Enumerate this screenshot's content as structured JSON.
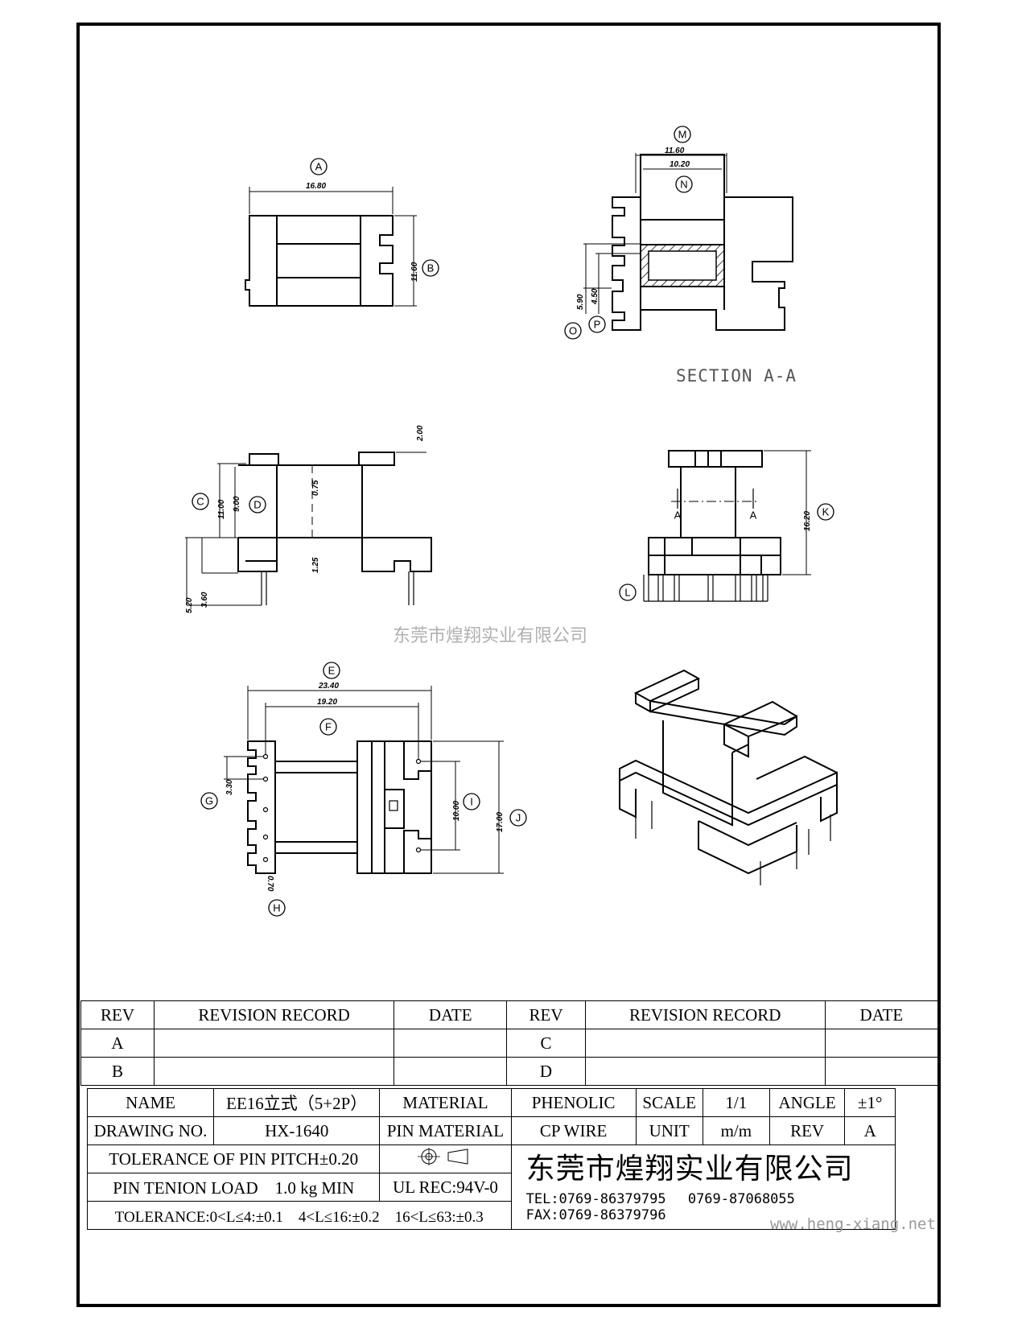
{
  "labels": {
    "A": "A",
    "B": "B",
    "C": "C",
    "D": "D",
    "E": "E",
    "F": "F",
    "G": "G",
    "H": "H",
    "I": "I",
    "J": "J",
    "K": "K",
    "L": "L",
    "M": "M",
    "N": "N",
    "O": "O",
    "P": "P"
  },
  "dimensions": {
    "a": "16.80",
    "b": "11.60",
    "m": "11.60",
    "n": "10.20",
    "o": "5.90",
    "p": "4.50",
    "top": "2.00",
    "c": "11.00",
    "d": "9.00",
    "mid": "0.75",
    "low": "1.25",
    "pin_a": "3.60",
    "pin_b": "5.20",
    "k": "16.20",
    "e": "23.40",
    "f": "19.20",
    "g": "3.30",
    "i": "10.00",
    "j": "17.00",
    "h": "0.70"
  },
  "section_title": "SECTION A-A",
  "section_marks": {
    "left": "A",
    "right": "A"
  },
  "watermark": "东莞市煌翔实业有限公司",
  "url": "www.heng-xiang.net",
  "revision_table": {
    "headers": [
      "REV",
      "REVISION RECORD",
      "DATE",
      "REV",
      "REVISION RECORD",
      "DATE"
    ],
    "rows": [
      [
        "A",
        "",
        "",
        "C",
        "",
        ""
      ],
      [
        "B",
        "",
        "",
        "D",
        "",
        ""
      ]
    ]
  },
  "title_block": {
    "name_label": "NAME",
    "name_value": "EE16立式（5+2P）",
    "material_label": "MATERIAL",
    "material_value": "PHENOLIC",
    "scale_label": "SCALE",
    "scale_value": "1/1",
    "angle_label": "ANGLE",
    "angle_value": "±1°",
    "drawing_no_label": "DRAWING NO.",
    "drawing_no_value": "HX-1640",
    "pin_material_label": "PIN MATERIAL",
    "pin_material_value": "CP WIRE",
    "unit_label": "UNIT",
    "unit_value": "m/m",
    "rev_label": "REV",
    "rev_value": "A",
    "tol_pitch": "TOLERANCE OF PIN PITCH±0.20",
    "pin_tension": "PIN TENION LOAD　1.0 kg MIN",
    "ul": "UL REC:94V-0",
    "tolerance": "TOLERANCE:0<L≤4:±0.1　4<L≤16:±0.2　16<L≤63:±0.3",
    "company": "东莞市煌翔实业有限公司",
    "tel": "TEL:0769-86379795　 0769-87068055",
    "fax": "FAX:0769-86379796"
  }
}
